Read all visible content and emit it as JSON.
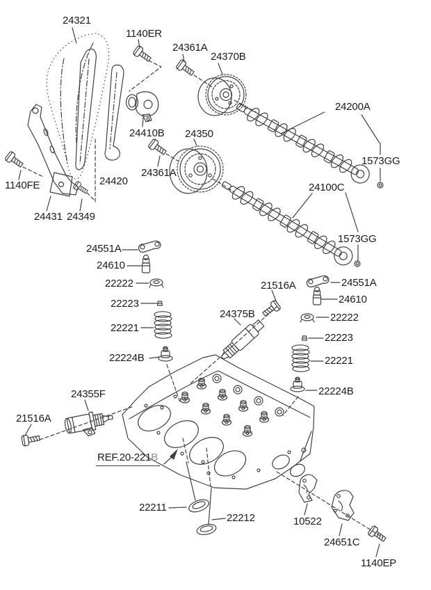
{
  "page": {
    "background": "#ffffff"
  },
  "colors": {
    "line": "#3f3f3f",
    "label_text": "#1a1a1a",
    "ref_suffix_text": "#8f8f8f"
  },
  "diagram": {
    "kind": "exploded-parts-diagram",
    "subject": "camshaft-and-valve"
  },
  "labels": [
    {
      "text": "24321"
    },
    {
      "text": "1140ER"
    },
    {
      "text": "24361A"
    },
    {
      "text": "24370B"
    },
    {
      "text": "24200A"
    },
    {
      "text": "24410B"
    },
    {
      "text": "24350"
    },
    {
      "text": "1573GG"
    },
    {
      "text": "24361A"
    },
    {
      "text": "24420"
    },
    {
      "text": "1140FE"
    },
    {
      "text": "24100C"
    },
    {
      "text": "24431"
    },
    {
      "text": "24349"
    },
    {
      "text": "1573GG"
    },
    {
      "text": "24551A"
    },
    {
      "text": "24610"
    },
    {
      "text": "22222"
    },
    {
      "text": "21516A"
    },
    {
      "text": "24551A"
    },
    {
      "text": "24610"
    },
    {
      "text": "22223"
    },
    {
      "text": "22222"
    },
    {
      "text": "24375B"
    },
    {
      "text": "22221"
    },
    {
      "text": "22223"
    },
    {
      "text": "22221"
    },
    {
      "text": "22224B"
    },
    {
      "text": "22224B"
    },
    {
      "text": "24355F"
    },
    {
      "text": "21516A"
    },
    {
      "text": "22211"
    },
    {
      "text": "22212"
    },
    {
      "text": "10522"
    },
    {
      "text": "24651C"
    },
    {
      "text": "1140EP"
    }
  ],
  "ref_label": {
    "prefix": "REF.20-221",
    "suffix": "B"
  }
}
